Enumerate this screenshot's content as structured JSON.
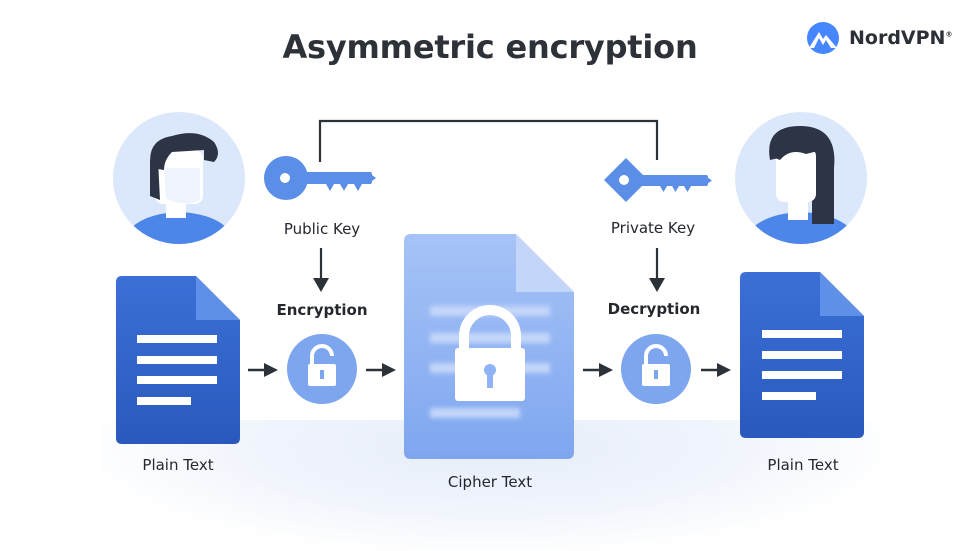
{
  "title": "Asymmetric encryption",
  "brand": {
    "name": "NordVPN",
    "mark": "®"
  },
  "labels": {
    "public_key": "Public Key",
    "private_key": "Private Key",
    "encryption": "Encryption",
    "decryption": "Decryption",
    "plain_text_left": "Plain Text",
    "plain_text_right": "Plain Text",
    "cipher_text": "Cipher Text"
  },
  "colors": {
    "doc_blue": "#2f63c8",
    "doc_fold": "#5f8fe6",
    "cipher_light": "#8fb3f4",
    "icon_blue": "#5b8ee6",
    "circle_bg": "#dbe7fb",
    "arrow": "#2d3138"
  }
}
